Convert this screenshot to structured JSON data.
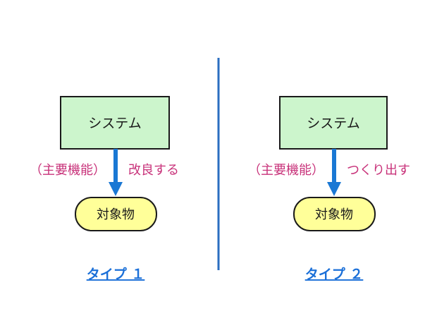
{
  "colors": {
    "system_fill": "#ccf5cc",
    "object_fill": "#ffff99",
    "arrow": "#1a78d4",
    "edge_text": "#c8327a",
    "type_link": "#1a6fd8",
    "divider": "#2a6ec0"
  },
  "left": {
    "system": "システム",
    "function_label": "（主要機能）",
    "action_label": "改良する",
    "object": "対象物",
    "type_label": "タイプ １"
  },
  "right": {
    "system": "システム",
    "function_label": "（主要機能）",
    "action_label": "つくり出す",
    "object": "対象物",
    "type_label": "タイプ ２"
  }
}
